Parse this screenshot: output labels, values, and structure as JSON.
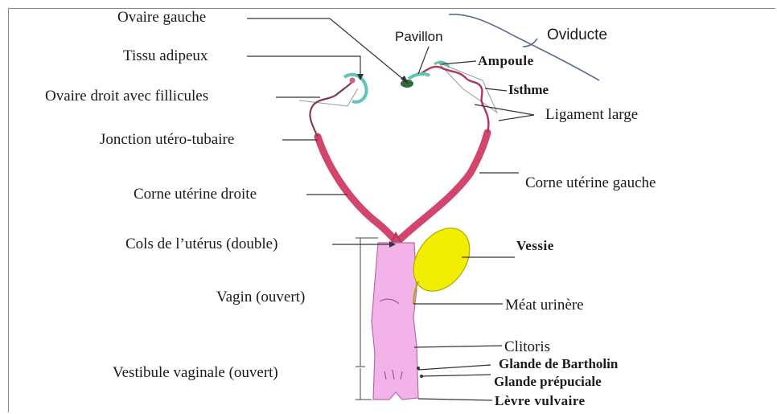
{
  "labels": {
    "ovaire_gauche": "Ovaire gauche",
    "tissu_adipeux": "Tissu adipeux",
    "ovaire_droit": "Ovaire droit avec fillicules",
    "jonction": "Jonction utéro-tubaire",
    "corne_droite": "Corne utérine droite",
    "cols": "Cols de l’utérus (double)",
    "vagin": "Vagin (ouvert)",
    "vestibule": "Vestibule vaginale (ouvert)",
    "pavillon": "Pavillon",
    "oviducte": "Oviducte",
    "ampoule": "Ampoule",
    "isthme": "Isthme",
    "ligament": "Ligament large",
    "corne_gauche": "Corne utérine gauche",
    "vessie": "Vessie",
    "meat": "Méat urinère",
    "clitoris": "Clitoris",
    "bartholin": "Glande de Bartholin",
    "preputiale": "Glande prépuciale",
    "levre": "Lèvre vulvaire"
  },
  "colors": {
    "horn": "#d2456c",
    "oviduct": "#b03a55",
    "ovary": "#5fc3b7",
    "vagina": "#f2b3e8",
    "bladder": "#f2ee00",
    "line": "#333333"
  }
}
